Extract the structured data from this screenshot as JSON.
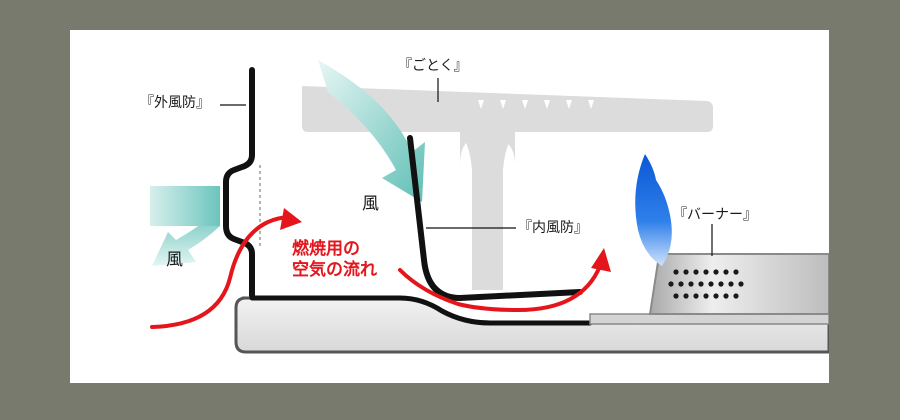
{
  "labels": {
    "outer_windscreen": "『外風防』",
    "trivet": "『ごとく』",
    "inner_windscreen": "『内風防』",
    "burner": "『バーナー』"
  },
  "wind_label": "風",
  "combustion_air": {
    "line1": "燃焼用の",
    "line2": "空気の流れ"
  },
  "colors": {
    "background": "#797a6e",
    "panel": "#ffffff",
    "air_arrow": "#e4161c",
    "wind_arrow": "#6fc4bd",
    "flame": "#1b6fe0",
    "wall": "#111111",
    "trivet": "#dcdcdc",
    "burner": "#c7c7c7"
  }
}
